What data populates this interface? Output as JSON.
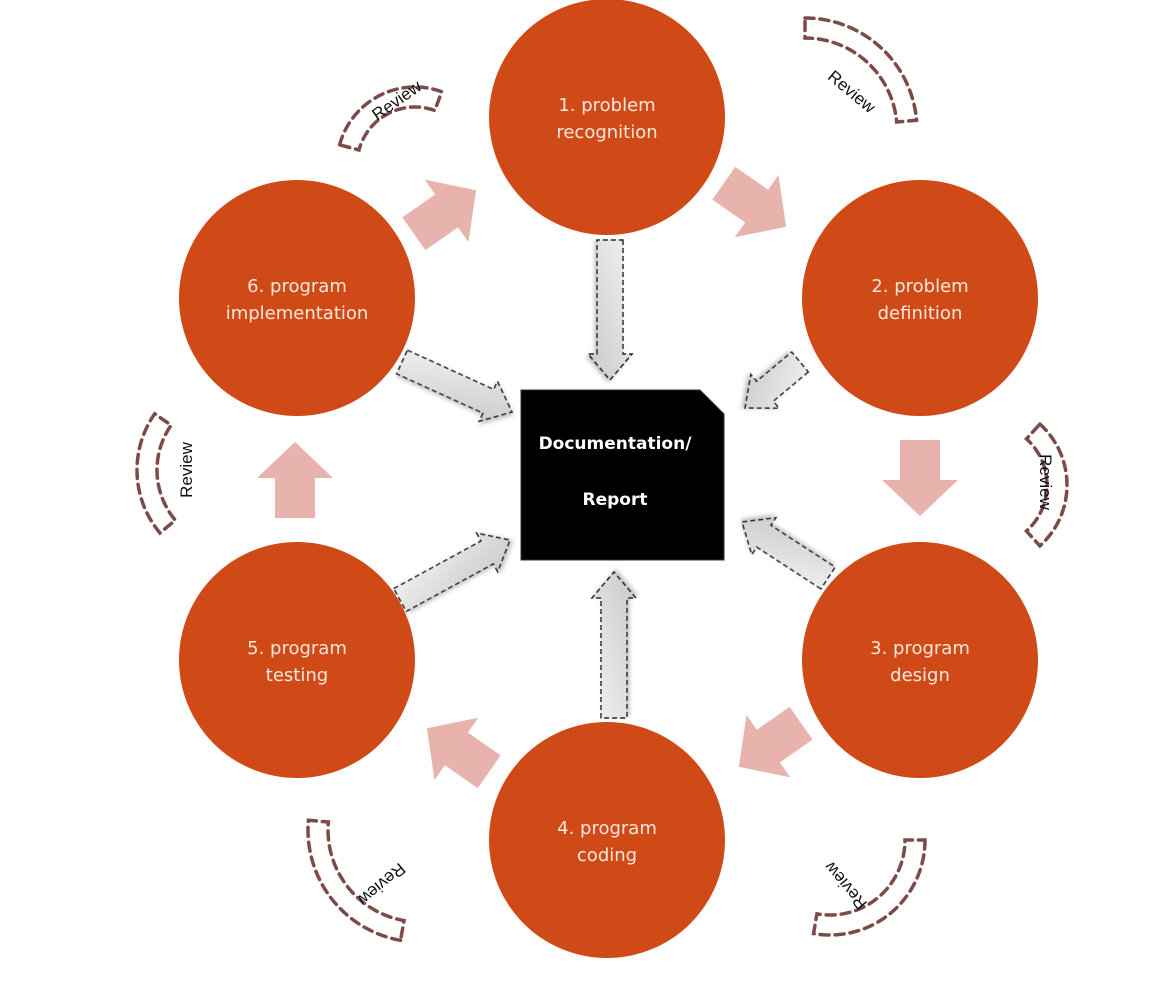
{
  "diagram": {
    "title": "Program Development Life Cycle",
    "center": {
      "lines": [
        "Documentation/",
        "Report"
      ],
      "fill": "#000000",
      "icon": "document-icon"
    },
    "stages": [
      {
        "id": 1,
        "lines": [
          "1. problem",
          "recognition"
        ]
      },
      {
        "id": 2,
        "lines": [
          "2. problem",
          "definition"
        ]
      },
      {
        "id": 3,
        "lines": [
          "3. program",
          "design"
        ]
      },
      {
        "id": 4,
        "lines": [
          "4. program",
          "coding"
        ]
      },
      {
        "id": 5,
        "lines": [
          "5. program",
          "testing"
        ]
      },
      {
        "id": 6,
        "lines": [
          "6. program",
          "implementation"
        ]
      }
    ],
    "flow": [
      {
        "from": 1,
        "to": 2
      },
      {
        "from": 2,
        "to": 3
      },
      {
        "from": 3,
        "to": 4
      },
      {
        "from": 4,
        "to": 5
      },
      {
        "from": 5,
        "to": 6
      },
      {
        "from": 6,
        "to": 1
      }
    ],
    "review_loops": [
      {
        "stage": 1,
        "label": "Review"
      },
      {
        "stage": 2,
        "label": "Review"
      },
      {
        "stage": 3,
        "label": "Review"
      },
      {
        "stage": 4,
        "label": "Review"
      },
      {
        "stage": 5,
        "label": "Review"
      },
      {
        "stage": 6,
        "label": "Review"
      }
    ],
    "colors": {
      "stage_fill": "#d04a17",
      "flow_arrow": "#e8b2ad",
      "doc_arrow_fill": "#d9d9d9",
      "doc_arrow_stroke": "#333333",
      "review_stroke": "#7d4a4a"
    }
  }
}
